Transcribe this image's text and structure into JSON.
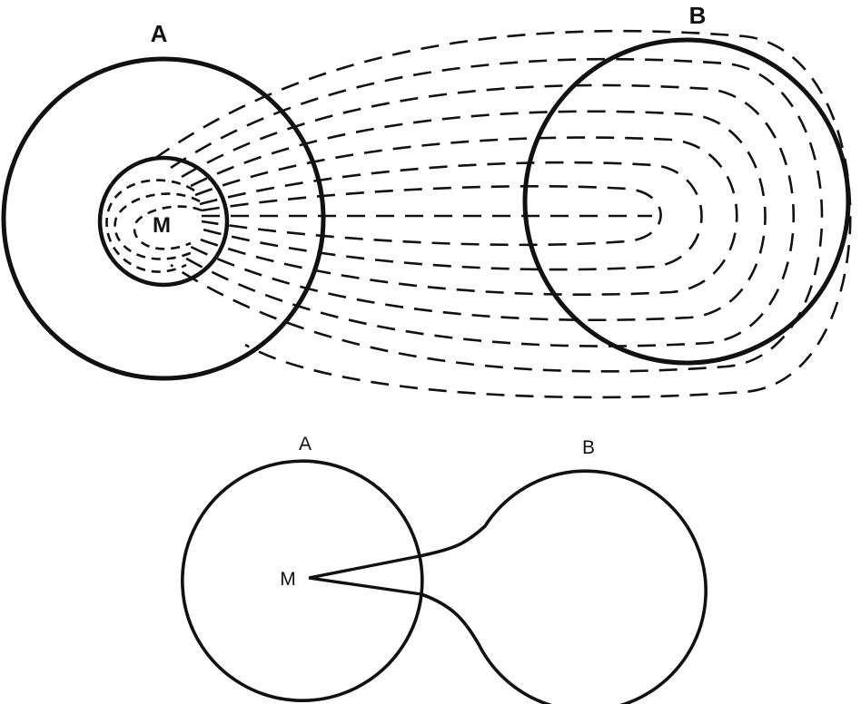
{
  "top_figure": {
    "label_a": "A",
    "label_b": "B",
    "label_m": "M"
  },
  "bottom_figure": {
    "label_a": "A",
    "label_b": "B",
    "label_m": "M"
  },
  "colors": {
    "ink": "#111111",
    "background": "#ffffff"
  }
}
